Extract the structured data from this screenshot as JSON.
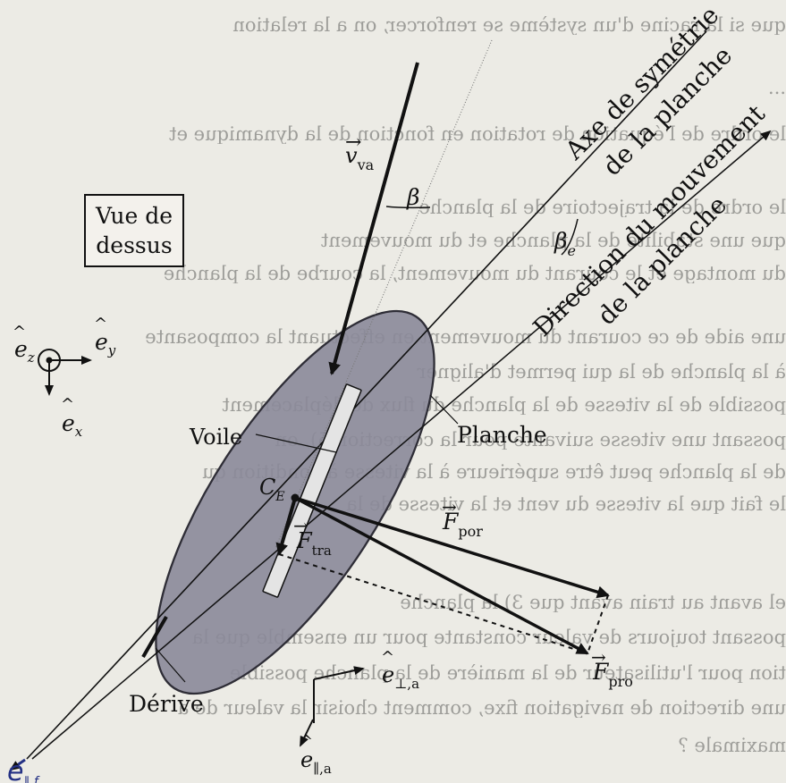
{
  "diagram": {
    "view_label_line1": "Vue de",
    "view_label_line2": "dessus",
    "axis_symmetry_line1": "Axe de symétrie",
    "axis_symmetry_line2": "de la planche",
    "movement_line1": "Direction du mouvement",
    "movement_line2": "de la planche",
    "velocity_label": "v",
    "velocity_sub": "va",
    "beta_label": "β",
    "beta_e_label": "β",
    "beta_e_sub": "e",
    "voile_label": "Voile",
    "planche_label": "Planche",
    "center_label": "C",
    "center_sub": "E",
    "force_tra_label": "F",
    "force_tra_sub": "tra",
    "force_por_label": "F",
    "force_por_sub": "por",
    "force_pro_label": "F",
    "force_pro_sub": "pro",
    "derive_label": "Dérive",
    "ez_label": "e",
    "ez_sub": "z",
    "ey_label": "e",
    "ey_sub": "y",
    "ex_label": "e",
    "ex_sub": "x",
    "e_perp_a_label": "e",
    "e_perp_a_sub": "⊥,a",
    "e_par_a_label": "e",
    "e_par_a_sub": "∥,a",
    "handwritten_label": "e",
    "handwritten_sub": "∥,f"
  },
  "background": {
    "lines": [
      "que si la racine d'un système se renforcer, on a la relation",
      "...",
      "le ordre de l'équation de rotation en fonction de la dynamique et",
      "le ordre de la trajectoire de la planche",
      "que une stabilité de la planche et du mouvement",
      "du montage et le courant du mouvement, la courbe de la planche",
      "une aide de ce courant du mouvement en effectuant la composante",
      "à la planche de la qui permet d'aligner",
      "possible de la vitesse de la planche du flux de déplacement",
      "possant une vitesse suivante pour la correction 5), on",
      "de la planche peut être supérieure à la vitesse à condition qu",
      "le fait que la vitesse du vent et la vitesse de la",
      "el avant au train avant que 3) la planche",
      "possant toujours de valeur constante pour un ensemble que la",
      "tion pour l'utilisateur de la manière de la planche possible",
      "une direction de navigation fixe, comment choisir la valeur de a",
      "maximale ?"
    ]
  },
  "colors": {
    "background": "#ecebe5",
    "board_fill": "#8b8a99",
    "board_stroke": "#2e2d36",
    "ink": "#111111",
    "handwritten": "#243184"
  }
}
